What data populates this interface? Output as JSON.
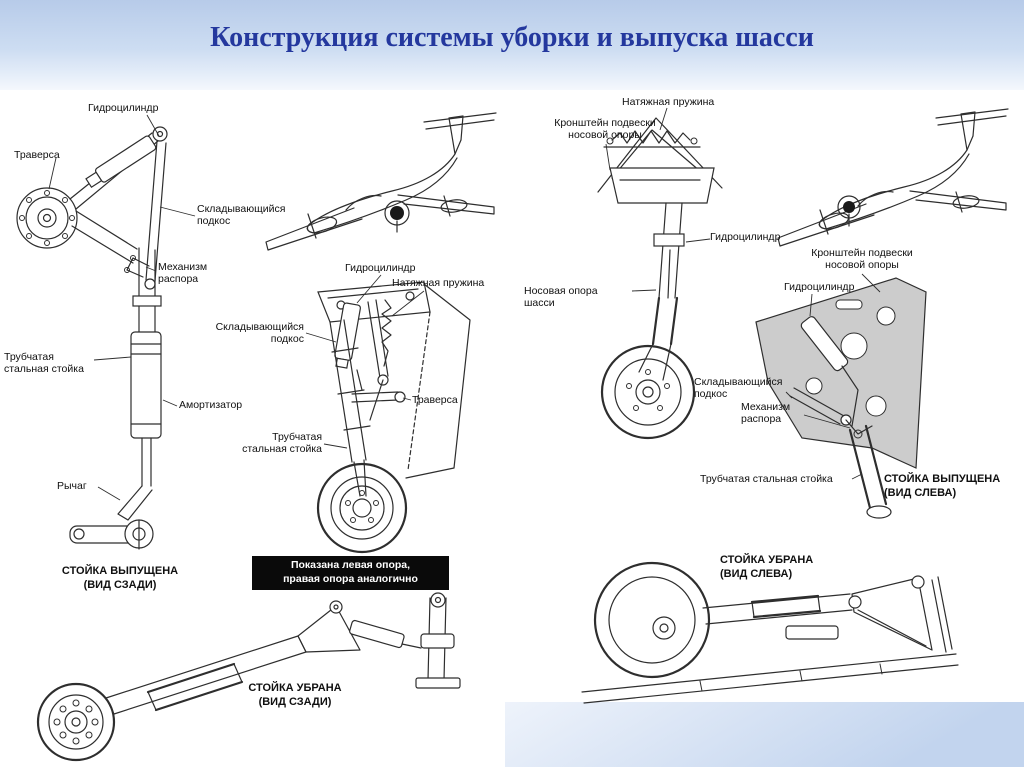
{
  "title": "Конструкция системы уборки и выпуска шасси",
  "colors": {
    "title": "#24389e",
    "header_band": "#c7d6ee",
    "footer_band": "#c2d4ee",
    "note_bg": "#0a0a0a",
    "note_fg": "#ffffff",
    "line_art": "#2e2e2e"
  },
  "main_rear": {
    "labels": {
      "hydrocylinder": "Гидроцилиндр",
      "traverse": "Траверса",
      "folding_strut": "Складывающийся подкос",
      "spread_mechanism": "Механизм распора",
      "tube_strut": "Трубчатая стальная стойка",
      "shock_absorber": "Амортизатор",
      "lever": "Рычаг"
    },
    "caption": {
      "line1": "СТОЙКА ВЫПУЩЕНА",
      "line2": "(ВИД СЗАДИ)"
    }
  },
  "main_side": {
    "labels": {
      "hydrocylinder": "Гидроцилиндр",
      "tension_spring": "Натяжная пружина",
      "folding_strut": "Складывающийся подкос",
      "traverse": "Траверса",
      "tube_strut": "Трубчатая стальная стойка"
    }
  },
  "note": {
    "line1": "Показана левая опора,",
    "line2": "правая опора аналогично"
  },
  "main_retracted": {
    "caption": {
      "line1": "СТОЙКА УБРАНА",
      "line2": "(ВИД СЗАДИ)"
    }
  },
  "nose": {
    "labels": {
      "tension_spring": "Натяжная пружина",
      "bracket_top": "Кронштейн подвески носовой опоры",
      "hydrocylinder_top": "Гидроцилиндр",
      "bracket_side": "Кронштейн подвески носовой опоры",
      "hydrocylinder_side": "Гидроцилиндр",
      "nose_strut": "Носовая опора шасси",
      "folding_strut": "Складывающийся подкос",
      "spread_mechanism": "Механизм распора",
      "tube_strut": "Трубчатая стальная стойка"
    },
    "caption_extended": {
      "line1": "СТОЙКА ВЫПУЩЕНА",
      "line2": "(ВИД СЛЕВА)"
    },
    "caption_retracted": {
      "line1": "СТОЙКА УБРАНА",
      "line2": "(ВИД СЛЕВА)"
    }
  }
}
